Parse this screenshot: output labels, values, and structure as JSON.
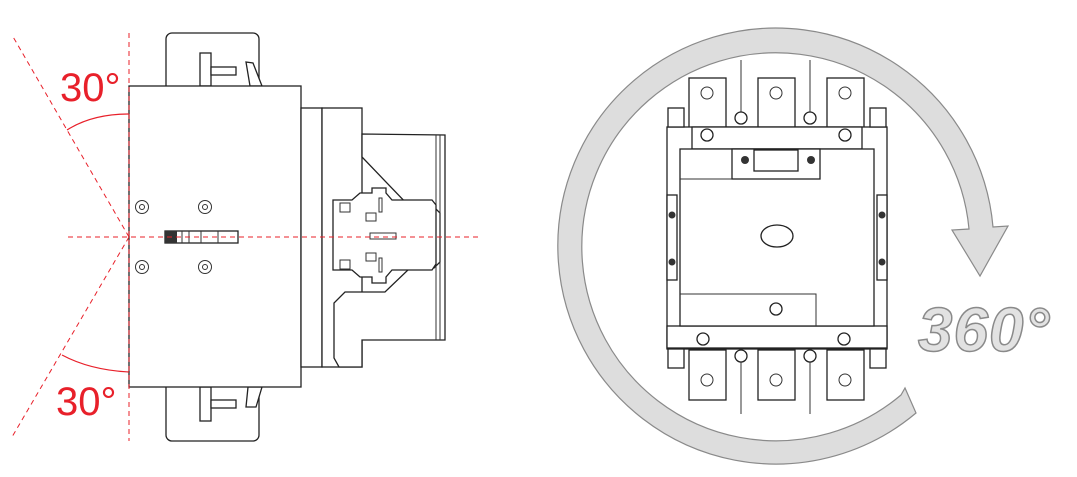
{
  "figure": {
    "left_view": {
      "angle_top_label": "30°",
      "angle_bottom_label": "30°"
    },
    "right_view": {
      "rotation_label": "360°"
    },
    "colors": {
      "annotation": "#e8202a",
      "arrow_fill": "#dddddd",
      "line": "#222222"
    },
    "icons": [
      "side-view-contactor",
      "front-view-contactor",
      "rotation-arrow"
    ]
  }
}
